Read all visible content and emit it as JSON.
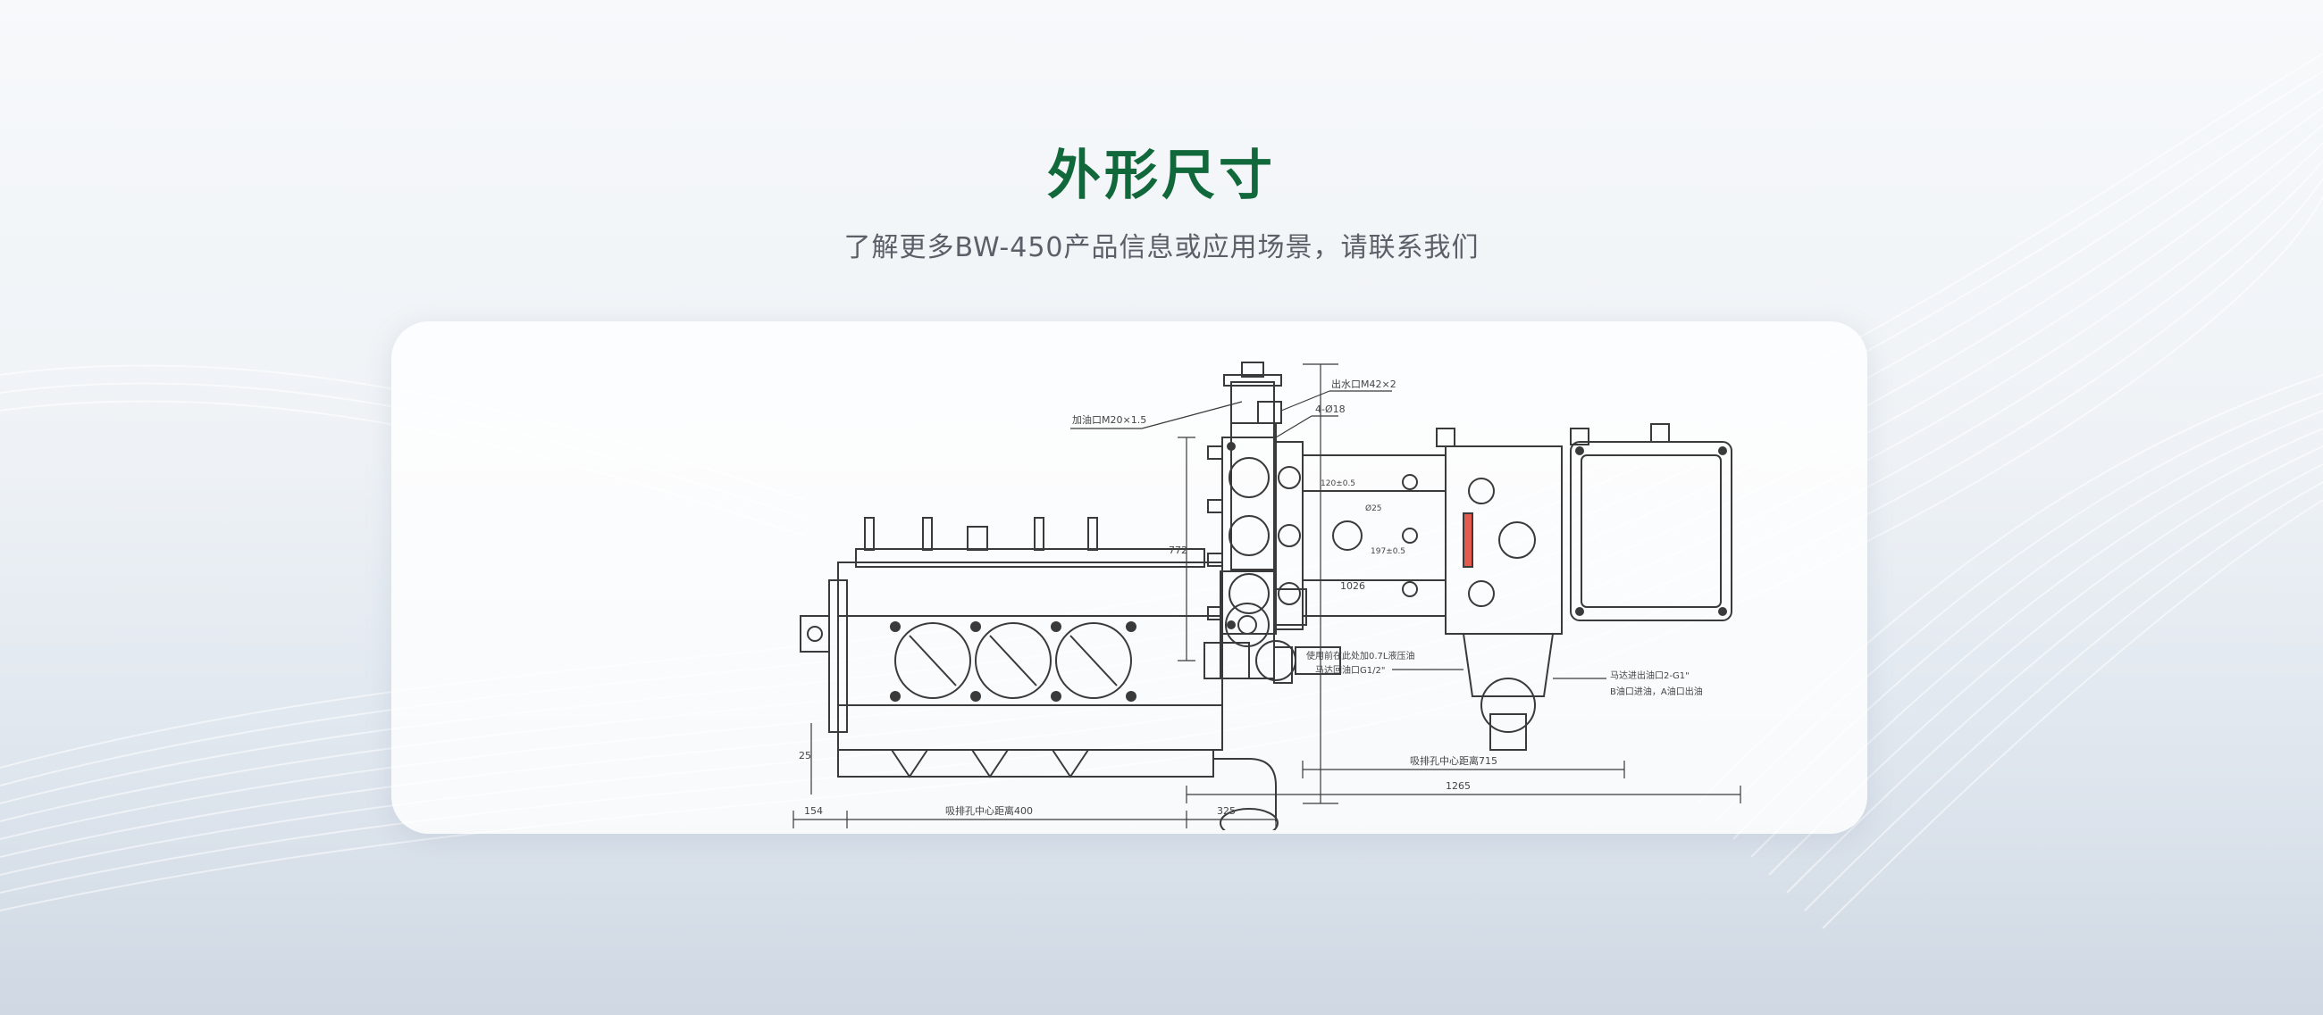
{
  "header": {
    "title": "外形尺寸",
    "subtitle": "了解更多BW-450产品信息或应用场景，请联系我们"
  },
  "drawing_left": {
    "label_top": "加油口M20×1.5",
    "label_height": "1026",
    "label_left_small": "25",
    "dim_bottom_1": "154",
    "dim_bottom_2": "吸排孔中心距离400",
    "dim_bottom_3": "325"
  },
  "drawing_right": {
    "label_water": "出水口M42×2",
    "label_holes": "4-Ø18",
    "label_dim1": "120±0.5",
    "label_dim2": "Ø25",
    "label_dim3": "197±0.5",
    "label_height": "772",
    "label_note_1": "使用前在此处加0.7L液压油",
    "label_note_2": "马达回油口G1/2\"",
    "label_note_3": "马达进出油口2-G1\"",
    "label_note_4": "B油口进油，A油口出油",
    "dim_center": "吸排孔中心距离715",
    "dim_total": "1265"
  },
  "colors": {
    "title": "#11683a",
    "subtitle": "#5b6068",
    "line": "#3a3a3a"
  }
}
